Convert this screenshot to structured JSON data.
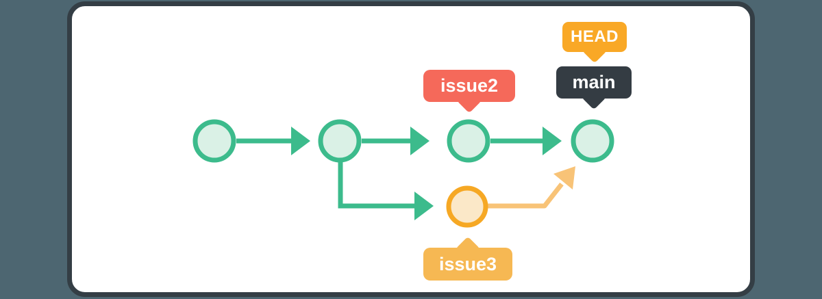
{
  "badges": {
    "head": {
      "label": "HEAD"
    },
    "main": {
      "label": "main"
    },
    "issue2": {
      "label": "issue2"
    },
    "issue3": {
      "label": "issue3"
    }
  },
  "nodes": [
    {
      "id": "commit-1",
      "branch": "main"
    },
    {
      "id": "commit-2",
      "branch": "main"
    },
    {
      "id": "commit-3",
      "branch": "main",
      "badge": "issue2"
    },
    {
      "id": "commit-4",
      "branch": "main",
      "badges": [
        "HEAD",
        "main"
      ]
    },
    {
      "id": "commit-5",
      "branch": "issue3",
      "badge": "issue3",
      "merging_into": "main"
    }
  ],
  "colors": {
    "background": "#4D6671",
    "card-bg": "#FFFFFF",
    "card-border": "#343E45",
    "commit-green": "#3CBB8C",
    "commit-green-fill": "#DAF1E6",
    "commit-orange": "#F6A824",
    "commit-orange-fill": "#FBE8C8",
    "arrow-soft-orange": "#F8C377",
    "badge-head": "#F9A826",
    "badge-main": "#343C43",
    "badge-issue2": "#F5695A",
    "badge-issue3": "#F6B853",
    "badge-text": "#FFFFFF"
  }
}
